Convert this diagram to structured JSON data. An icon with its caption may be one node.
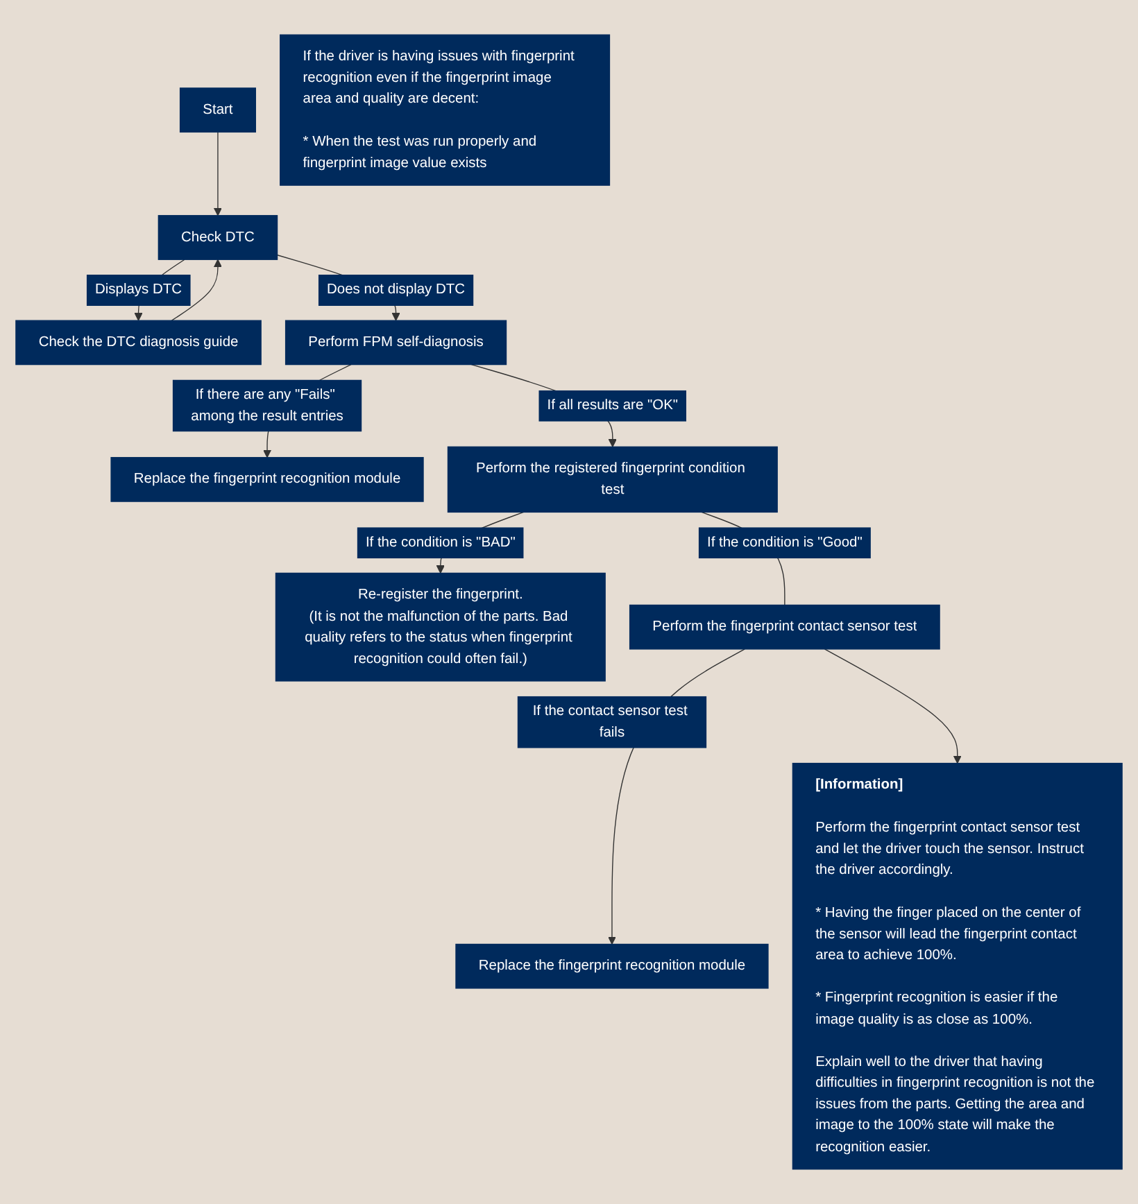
{
  "diagram": {
    "nodes": [
      {
        "text": [
          "Start"
        ]
      },
      {
        "text": [
          "Check DTC"
        ]
      },
      {
        "text": [
          "Check the DTC diagnosis guide"
        ]
      },
      {
        "text": [
          "Perform FPM self-diagnosis"
        ]
      },
      {
        "text": [
          "Replace the fingerprint recognition module"
        ]
      },
      {
        "text": [
          "Perform the registered fingerprint condition test"
        ]
      },
      {
        "text": [
          "Re-register the fingerprint.",
          "(It is not the malfunction of the parts. Bad quality refers to the status when fingerprint recognition could often fail.)"
        ]
      },
      {
        "text": [
          "Perform the fingerprint contact sensor test"
        ]
      },
      {
        "text": [
          "Replace the fingerprint recognition module"
        ]
      },
      {
        "text": [
          "[Information]",
          "Perform the fingerprint contact sensor test and let the driver touch the sensor. Instruct the driver accordingly.",
          "* Having the finger placed on the center of the sensor will lead the fingerprint contact area to achieve 100%.",
          "* Fingerprint recognition is easier if the image quality is as close as 100%.",
          "Explain well to the driver that having difficulties in fingerprint recognition is not the issues from the parts. Getting the area and image to the 100% state will make the recognition easier."
        ]
      },
      {
        "text": [
          "If the driver is having issues with fingerprint recognition even if the fingerprint image area and quality are decent:",
          "* When the test was run properly and fingerprint image value exists"
        ]
      }
    ],
    "edges": [
      {
        "from": 0,
        "to": 1,
        "arrow": "to"
      },
      {
        "from": 1,
        "to": 2,
        "arrow": "to",
        "label": "Displays DTC"
      },
      {
        "from": 2,
        "to": 1,
        "arrow": "to"
      },
      {
        "from": 1,
        "to": 3,
        "arrow": "to",
        "label": "Does not display DTC"
      },
      {
        "from": 3,
        "to": 4,
        "arrow": "to",
        "label": "If there are any \"Fails\" among the result entries"
      },
      {
        "from": 3,
        "to": 5,
        "arrow": "to",
        "label": "If all results are \"OK\""
      },
      {
        "from": 5,
        "to": 6,
        "arrow": "to",
        "label": "If the condition is \"BAD\""
      },
      {
        "from": 5,
        "to": 7,
        "arrow": "none",
        "label": "If the condition is \"Good\""
      },
      {
        "from": 7,
        "to": 8,
        "arrow": "to",
        "label": "If the contact sensor test fails"
      },
      {
        "from": 7,
        "to": 9,
        "arrow": "to"
      }
    ]
  }
}
